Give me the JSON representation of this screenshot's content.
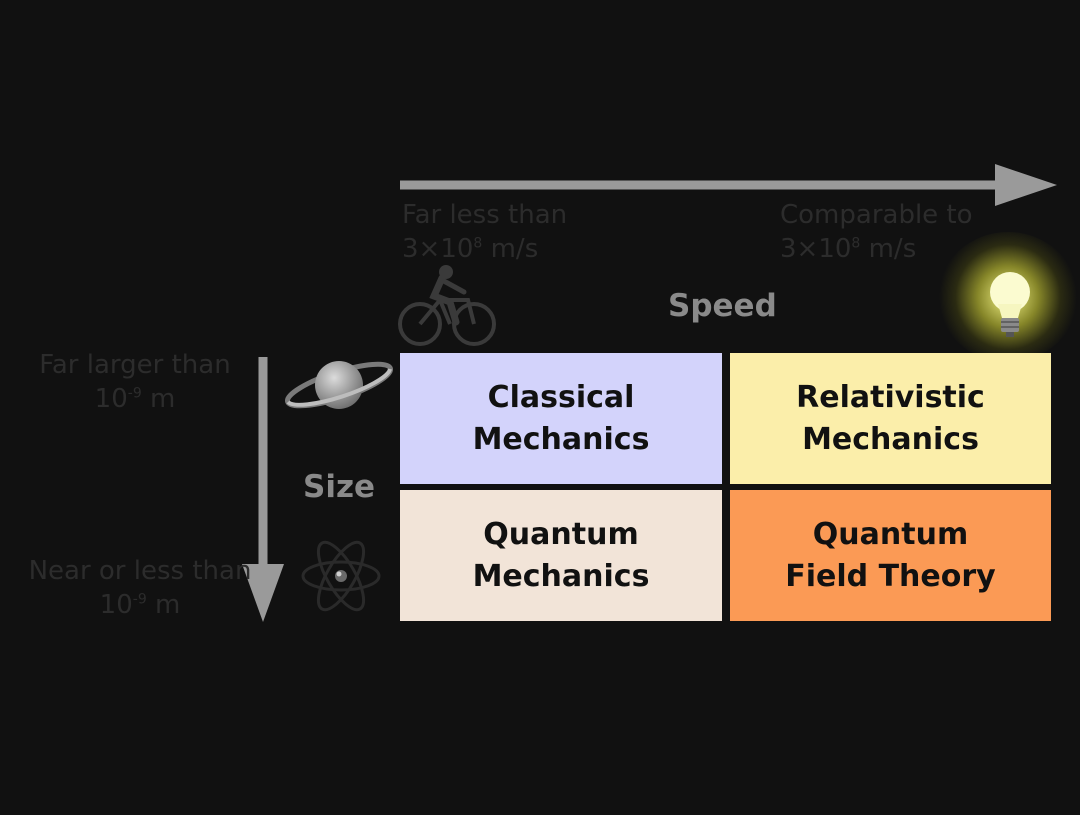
{
  "diagram": {
    "speed_axis": {
      "title": "Speed",
      "low_label": {
        "line1": "Far less than",
        "line2_prefix": "3×10",
        "line2_exp": "8",
        "line2_unit": " m/s"
      },
      "high_label": {
        "line1": "Comparable to",
        "line2_prefix": "3×10",
        "line2_exp": "8",
        "line2_unit": " m/s"
      }
    },
    "size_axis": {
      "title": "Size",
      "large_label": {
        "line1": "Far larger than",
        "line2_prefix": "10",
        "line2_exp": "-9",
        "line2_unit": " m"
      },
      "small_label": {
        "line1": "Near or less than",
        "line2_prefix": "10",
        "line2_exp": "-9",
        "line2_unit": " m"
      }
    },
    "cells": {
      "classical": {
        "line1": "Classical",
        "line2": "Mechanics",
        "color": "#d3d3fb"
      },
      "relativistic": {
        "line1": "Relativistic",
        "line2": "Mechanics",
        "color": "#fbeeaa"
      },
      "quantum": {
        "line1": "Quantum",
        "line2": "Mechanics",
        "color": "#f2e4d8"
      },
      "qft": {
        "line1": "Quantum",
        "line2": "Field Theory",
        "color": "#fb9a55"
      }
    },
    "icons": [
      "bicycle-icon",
      "planet-icon",
      "atom-icon",
      "light-bulb-icon"
    ],
    "colors": {
      "background": "#111111",
      "arrow": "#9a9a9a",
      "title": "#8a8a8a"
    }
  }
}
